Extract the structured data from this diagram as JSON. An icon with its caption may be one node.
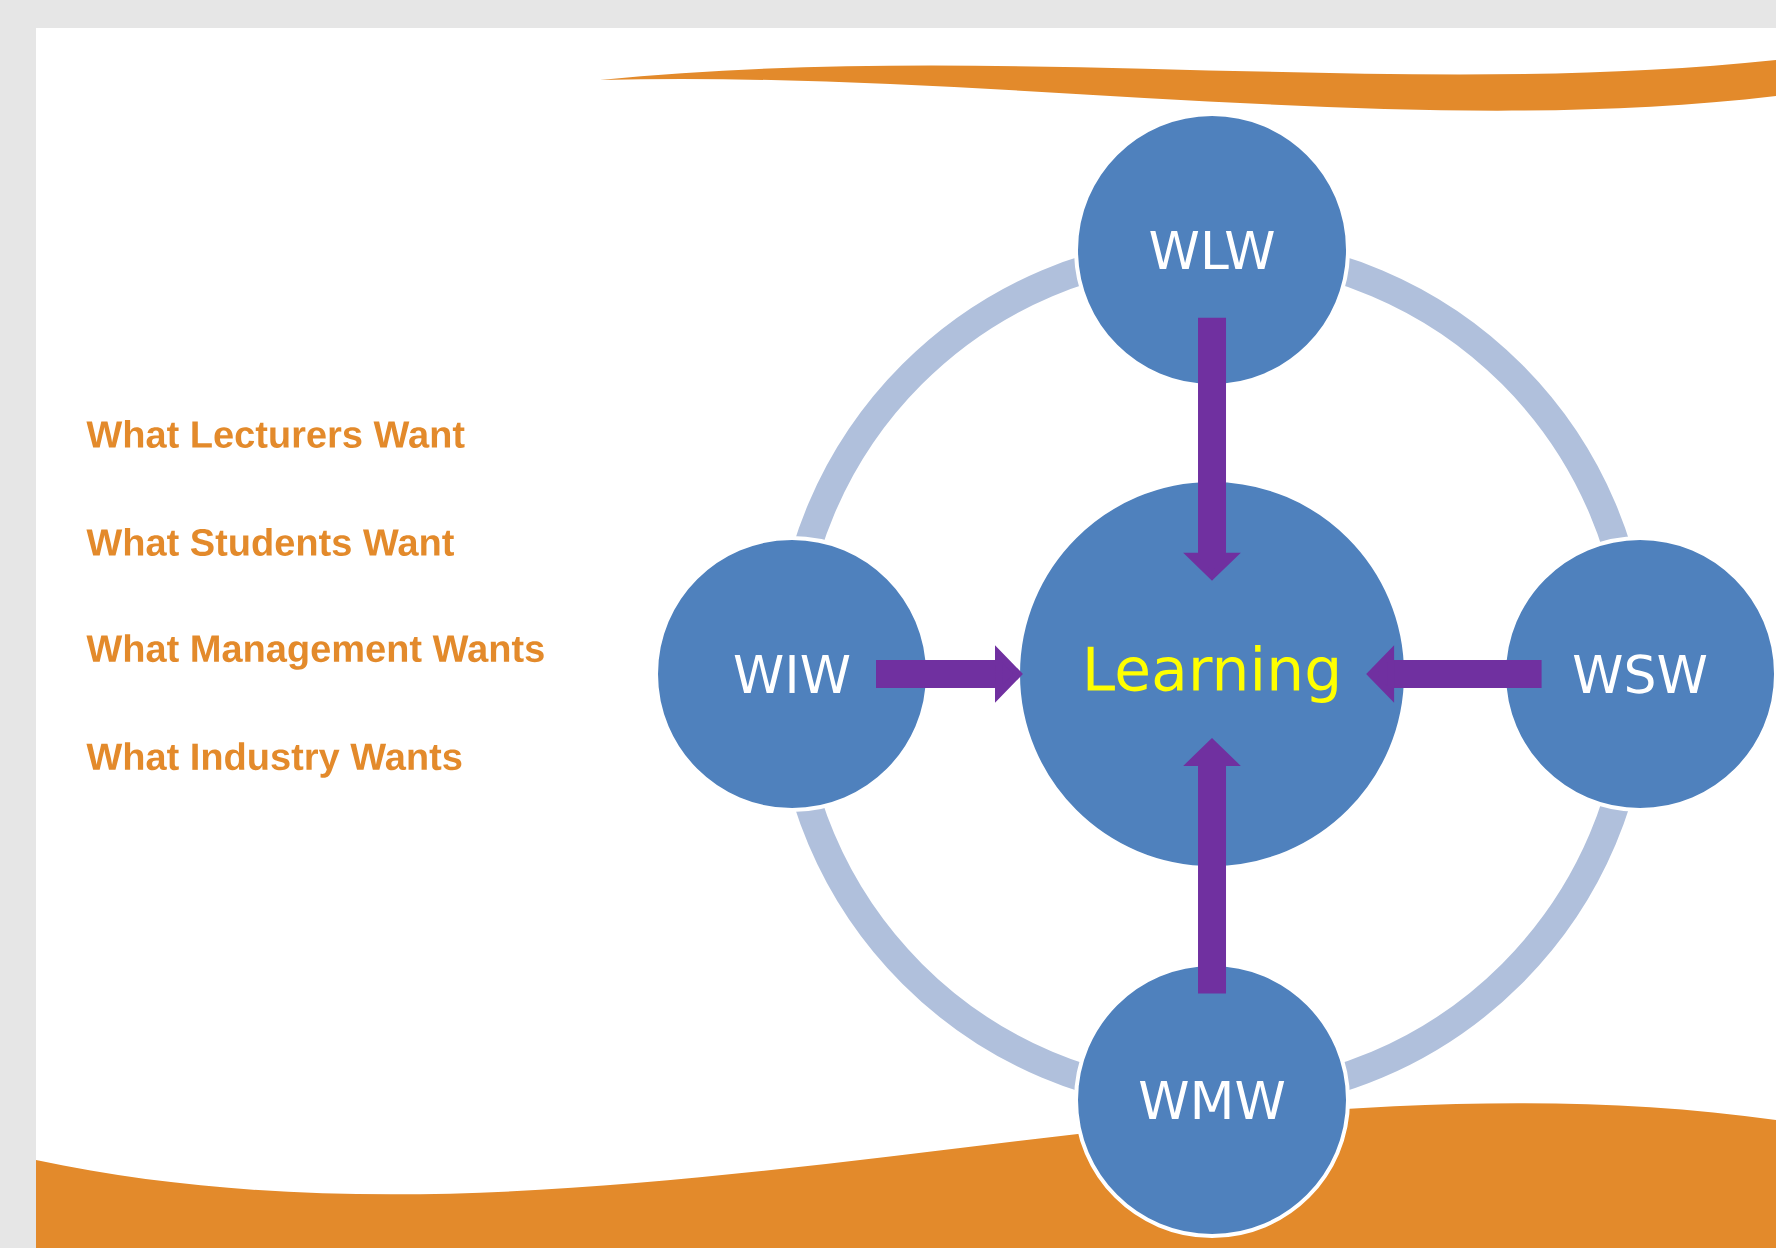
{
  "diagram": {
    "nodes": [
      {
        "text": [
          "WLW"
        ]
      },
      {
        "text": [
          "WIW"
        ]
      },
      {
        "text": [
          "Learning"
        ]
      },
      {
        "text": [
          "WSW"
        ]
      },
      {
        "text": [
          "WMW"
        ]
      }
    ],
    "edges": [
      {
        "from": 0,
        "to": 2,
        "arrow": "to"
      },
      {
        "from": 1,
        "to": 2,
        "arrow": "to"
      },
      {
        "from": 3,
        "to": 2,
        "arrow": "to"
      },
      {
        "from": 4,
        "to": 2,
        "arrow": "to"
      }
    ],
    "labels": [
      "What Lecturers Want",
      "What Students Want",
      "What Management Wants",
      "What Industry Wants"
    ]
  }
}
